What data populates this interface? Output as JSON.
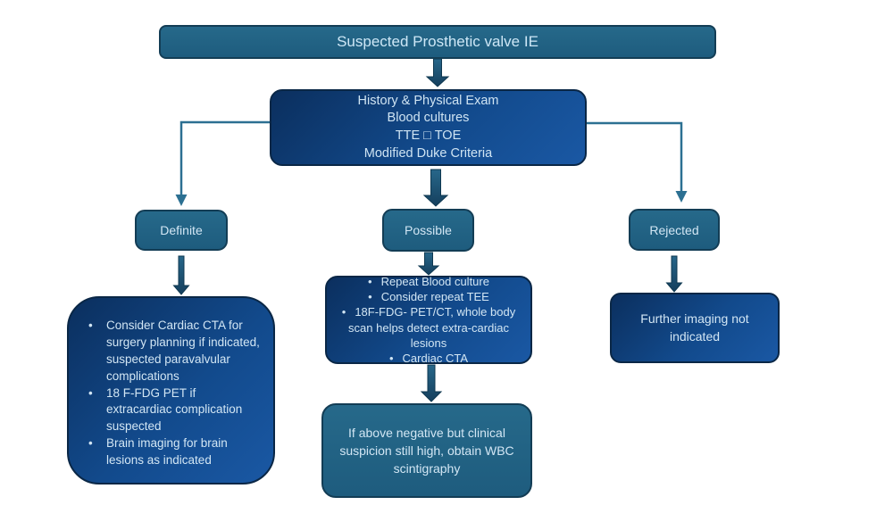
{
  "colors": {
    "teal_fill": "#1e5c7e",
    "blue_fill_dark": "#0b2f5e",
    "blue_fill_light": "#1a58a4",
    "node_border_teal": "#133d55",
    "node_border_blue": "#0a2746",
    "connector": "#2c7092",
    "block_arrow_top": "#27678a",
    "block_arrow_bottom": "#153f5d",
    "text_light": "#d2e6f4"
  },
  "nodes": {
    "root": {
      "label": "Suspected Prosthetic valve IE"
    },
    "workup": {
      "lines": [
        "History & Physical Exam",
        "Blood cultures",
        "TTE □ TOE",
        "Modified Duke Criteria"
      ]
    },
    "definite": {
      "label": "Definite"
    },
    "possible": {
      "label": "Possible"
    },
    "rejected": {
      "label": "Rejected"
    },
    "definite_actions": {
      "bullets": [
        "Consider Cardiac CTA for surgery planning if indicated, suspected paravalvular complications",
        "18 F-FDG PET if extracardiac complication suspected",
        "Brain imaging for brain lesions as indicated"
      ]
    },
    "possible_actions": {
      "bullets": [
        "Repeat Blood culture",
        "Consider repeat TEE",
        "18F-FDG- PET/CT, whole body scan helps detect extra-cardiac lesions",
        "Cardiac CTA"
      ]
    },
    "possible_followup": {
      "label": "If above negative but clinical suspicion still high, obtain WBC scintigraphy"
    },
    "rejected_outcome": {
      "label": "Further imaging not indicated"
    }
  }
}
